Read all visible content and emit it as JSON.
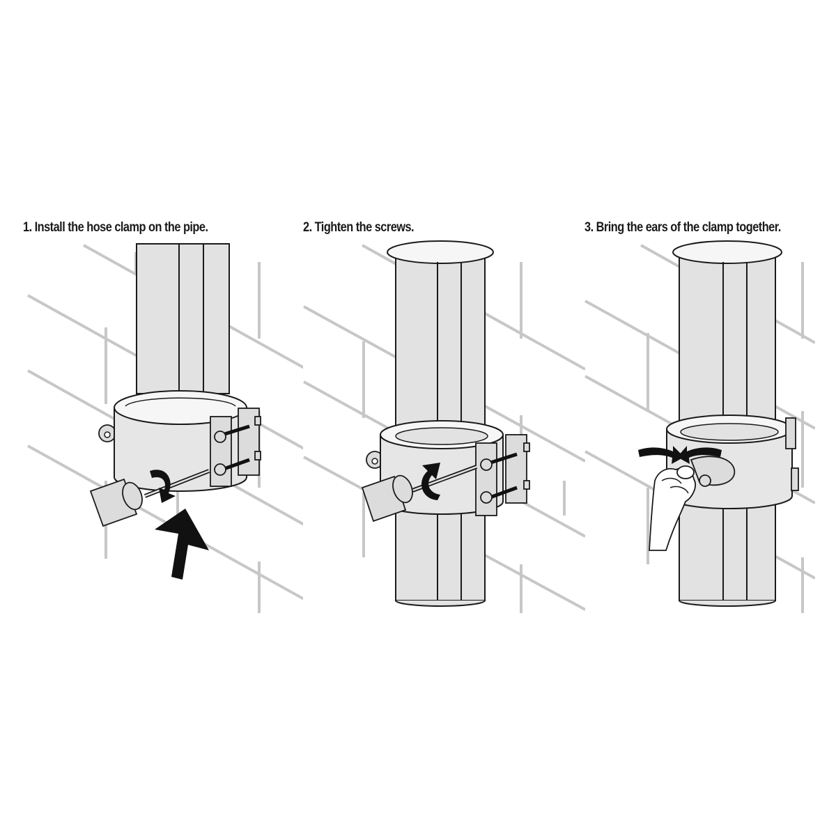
{
  "steps": [
    {
      "caption": "1. Install the hose clamp on the pipe."
    },
    {
      "caption": "2. Tighten the screws."
    },
    {
      "caption": "3. Bring the ears of the clamp together."
    }
  ],
  "colors": {
    "background": "#ffffff",
    "brick_lines": "#c7c7c7",
    "pipe_fill": "#e2e2e2",
    "outline": "#1a1a1a"
  },
  "icons": [
    "screwdriver-icon",
    "rotate-arrow-icon",
    "push-up-arrow-icon",
    "squeeze-arrows-icon",
    "hand-icon"
  ]
}
